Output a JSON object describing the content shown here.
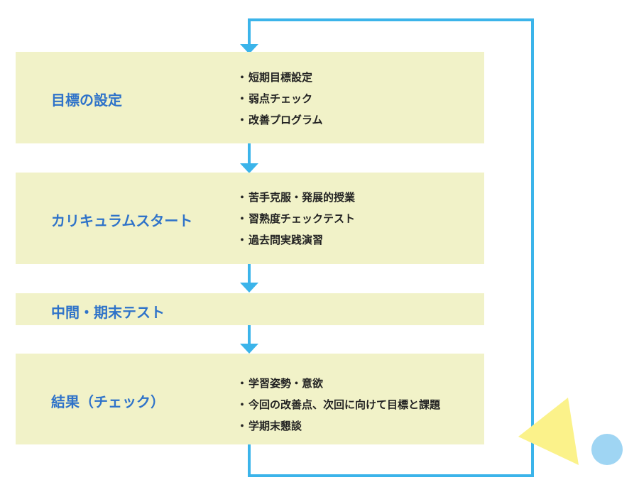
{
  "colors": {
    "box_fill": "#f1f2c8",
    "title_text": "#2f73c9",
    "arrow": "#3bb4ea",
    "triangle": "#fbf28a",
    "circle": "#9fd5f3"
  },
  "bullet": "・",
  "steps": [
    {
      "title": "目標の設定",
      "items": [
        "短期目標設定",
        "弱点チェック",
        "改善プログラム"
      ]
    },
    {
      "title": "カリキュラムスタート",
      "items": [
        "苦手克服・発展的授業",
        "習熟度チェックテスト",
        "過去問実践演習"
      ]
    },
    {
      "title": "中間・期末テスト",
      "items": []
    },
    {
      "title": "結果（チェック）",
      "items": [
        "学習姿勢・意欲",
        "今回の改善点、次回に向けて目標と課題",
        "学期末懇談"
      ]
    }
  ]
}
